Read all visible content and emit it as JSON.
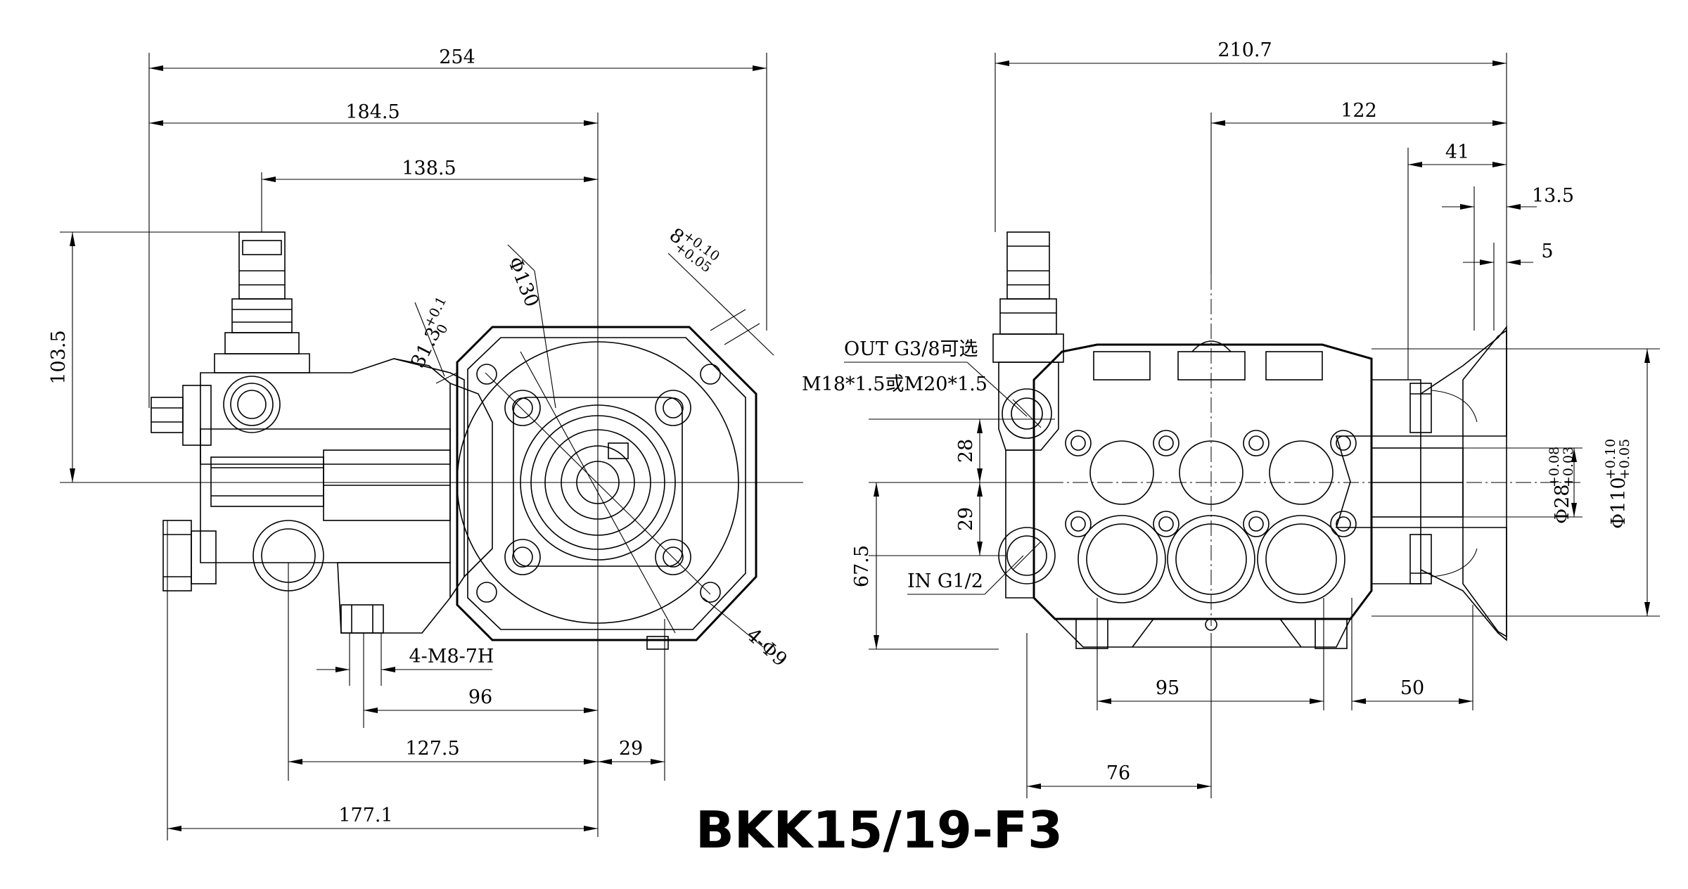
{
  "title": "BKK15/19-F3",
  "front_view": {
    "dims": {
      "d254": "254",
      "d184_5": "184.5",
      "d138_5": "138.5",
      "d103_5": "103.5",
      "d96": "96",
      "d127_5": "127.5",
      "d29": "29",
      "d177_1": "177.1"
    },
    "labels": {
      "phi130": "Φ130",
      "d31_3": "31.3",
      "d31_3_tol_upper": "+0.1",
      "d31_3_tol_lower": "0",
      "d8": "8",
      "d8_tol_upper": "+0.10",
      "d8_tol_lower": "+0.05",
      "m8": "4-M8-7H",
      "phi9": "4-Φ9"
    }
  },
  "side_view": {
    "dims": {
      "d210_7": "210.7",
      "d122": "122",
      "d41": "41",
      "d13_5": "13.5",
      "d5": "5",
      "d28": "28",
      "d29": "29",
      "d67_5": "67.5",
      "d95": "95",
      "d50": "50",
      "d76": "76"
    },
    "labels": {
      "out_line1": "OUT G3/8可选",
      "out_line2": "M18*1.5或M20*1.5",
      "in_label": "IN G1/2",
      "phi28": "Φ28",
      "phi28_tol_upper": "+0.08",
      "phi28_tol_lower": "+0.03",
      "phi110": "Φ110",
      "phi110_tol_upper": "+0.10",
      "phi110_tol_lower": "+0.05"
    }
  }
}
